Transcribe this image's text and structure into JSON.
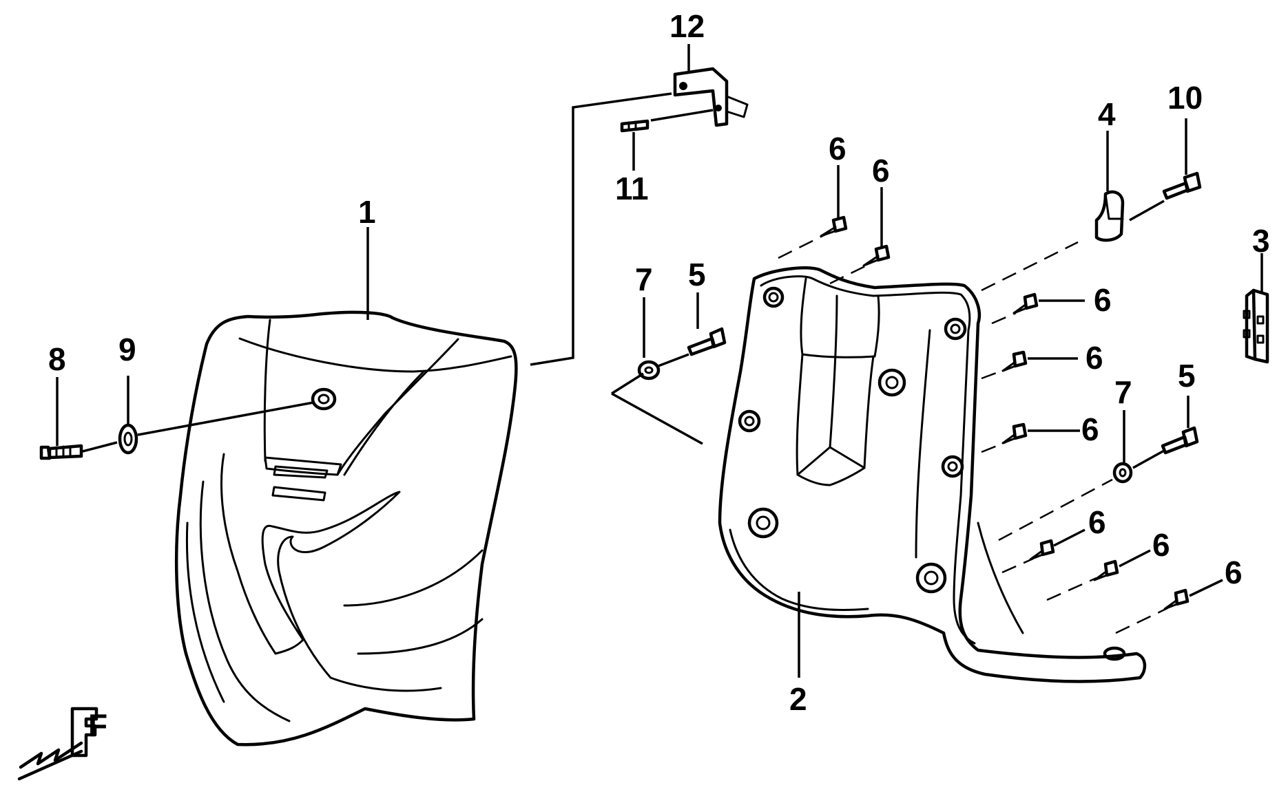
{
  "diagram": {
    "callouts": [
      {
        "id": "1",
        "text": "1"
      },
      {
        "id": "2",
        "text": "2"
      },
      {
        "id": "3",
        "text": "3"
      },
      {
        "id": "4",
        "text": "4"
      },
      {
        "id": "5a",
        "text": "5"
      },
      {
        "id": "5b",
        "text": "5"
      },
      {
        "id": "6a",
        "text": "6"
      },
      {
        "id": "6b",
        "text": "6"
      },
      {
        "id": "6c",
        "text": "6"
      },
      {
        "id": "6d",
        "text": "6"
      },
      {
        "id": "6e",
        "text": "6"
      },
      {
        "id": "6f",
        "text": "6"
      },
      {
        "id": "6g",
        "text": "6"
      },
      {
        "id": "6h",
        "text": "6"
      },
      {
        "id": "7a",
        "text": "7"
      },
      {
        "id": "7b",
        "text": "7"
      },
      {
        "id": "8",
        "text": "8"
      },
      {
        "id": "9",
        "text": "9"
      },
      {
        "id": "10",
        "text": "10"
      },
      {
        "id": "11",
        "text": "11"
      },
      {
        "id": "12",
        "text": "12"
      }
    ],
    "front_marker": "F"
  }
}
